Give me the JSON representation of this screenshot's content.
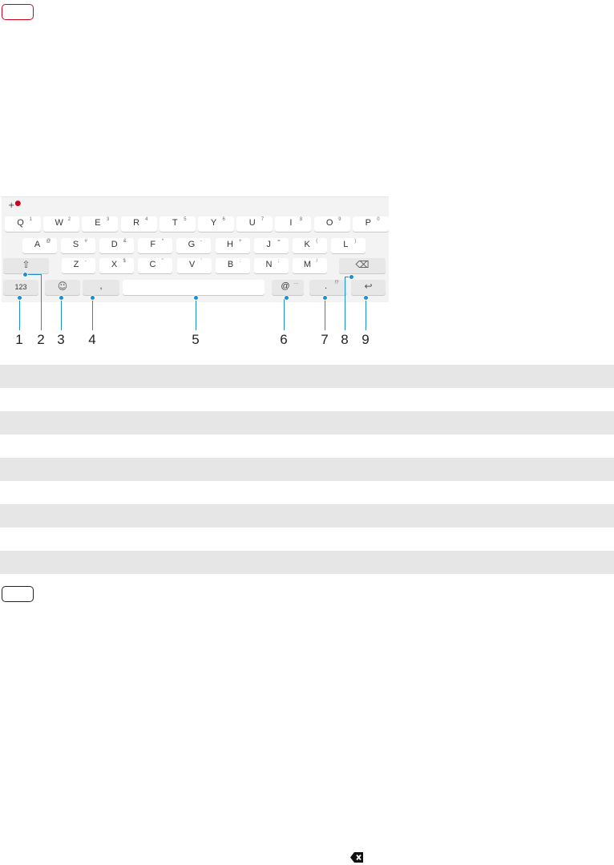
{
  "keyboard": {
    "top_left_symbol": "+",
    "rows": [
      [
        {
          "id": "q",
          "main": "Q",
          "sup": "1"
        },
        {
          "id": "w",
          "main": "W",
          "sup": "2"
        },
        {
          "id": "e",
          "main": "E",
          "sup": "3"
        },
        {
          "id": "r",
          "main": "R",
          "sup": "4"
        },
        {
          "id": "t",
          "main": "T",
          "sup": "5"
        },
        {
          "id": "y",
          "main": "Y",
          "sup": "6"
        },
        {
          "id": "u",
          "main": "U",
          "sup": "7"
        },
        {
          "id": "i",
          "main": "I",
          "sup": "8"
        },
        {
          "id": "o",
          "main": "O",
          "sup": "9"
        },
        {
          "id": "p",
          "main": "P",
          "sup": "0"
        }
      ],
      [
        {
          "id": "a",
          "main": "A",
          "sup": "@"
        },
        {
          "id": "s",
          "main": "S",
          "sup": "#"
        },
        {
          "id": "d",
          "main": "D",
          "sup": "&"
        },
        {
          "id": "f",
          "main": "F",
          "sup": "*"
        },
        {
          "id": "g",
          "main": "G",
          "sup": "-"
        },
        {
          "id": "h",
          "main": "H",
          "sup": "+"
        },
        {
          "id": "j",
          "main": "J",
          "sup": "="
        },
        {
          "id": "k",
          "main": "K",
          "sup": "("
        },
        {
          "id": "l",
          "main": "L",
          "sup": ")"
        }
      ],
      [
        {
          "id": "shift",
          "main": "",
          "sup": "",
          "icon": "shift-icon"
        },
        {
          "id": "z",
          "main": "Z",
          "sup": "-"
        },
        {
          "id": "x",
          "main": "X",
          "sup": "$"
        },
        {
          "id": "c",
          "main": "C",
          "sup": "\""
        },
        {
          "id": "v",
          "main": "V",
          "sup": "'"
        },
        {
          "id": "b",
          "main": "B",
          "sup": ":"
        },
        {
          "id": "n",
          "main": "N",
          "sup": ";"
        },
        {
          "id": "m",
          "main": "M",
          "sup": "/"
        },
        {
          "id": "backspace",
          "main": "",
          "sup": "",
          "icon": "backspace-icon"
        }
      ],
      [
        {
          "id": "numbers",
          "main": "123",
          "sup": ""
        },
        {
          "id": "emoji",
          "main": "",
          "sup": "",
          "icon": "emoji-icon"
        },
        {
          "id": "comma",
          "main": ",",
          "sup": ""
        },
        {
          "id": "space",
          "main": "",
          "sup": ""
        },
        {
          "id": "at",
          "main": "@",
          "sup": "..."
        },
        {
          "id": "period",
          "main": ".",
          "sup": "!?"
        },
        {
          "id": "enter",
          "main": "",
          "sup": "",
          "icon": "enter-icon"
        }
      ]
    ]
  },
  "callouts": [
    "1",
    "2",
    "3",
    "4",
    "5",
    "6",
    "7",
    "8",
    "9"
  ],
  "colors": {
    "callout": "#1a8fd1",
    "note_badge_top": "#d0021b",
    "table_shade": "#e6e6e6",
    "key_face": "#ffffff",
    "keyboard_bg": "#f3f3f3"
  },
  "footer_icon": "delete-key-icon"
}
